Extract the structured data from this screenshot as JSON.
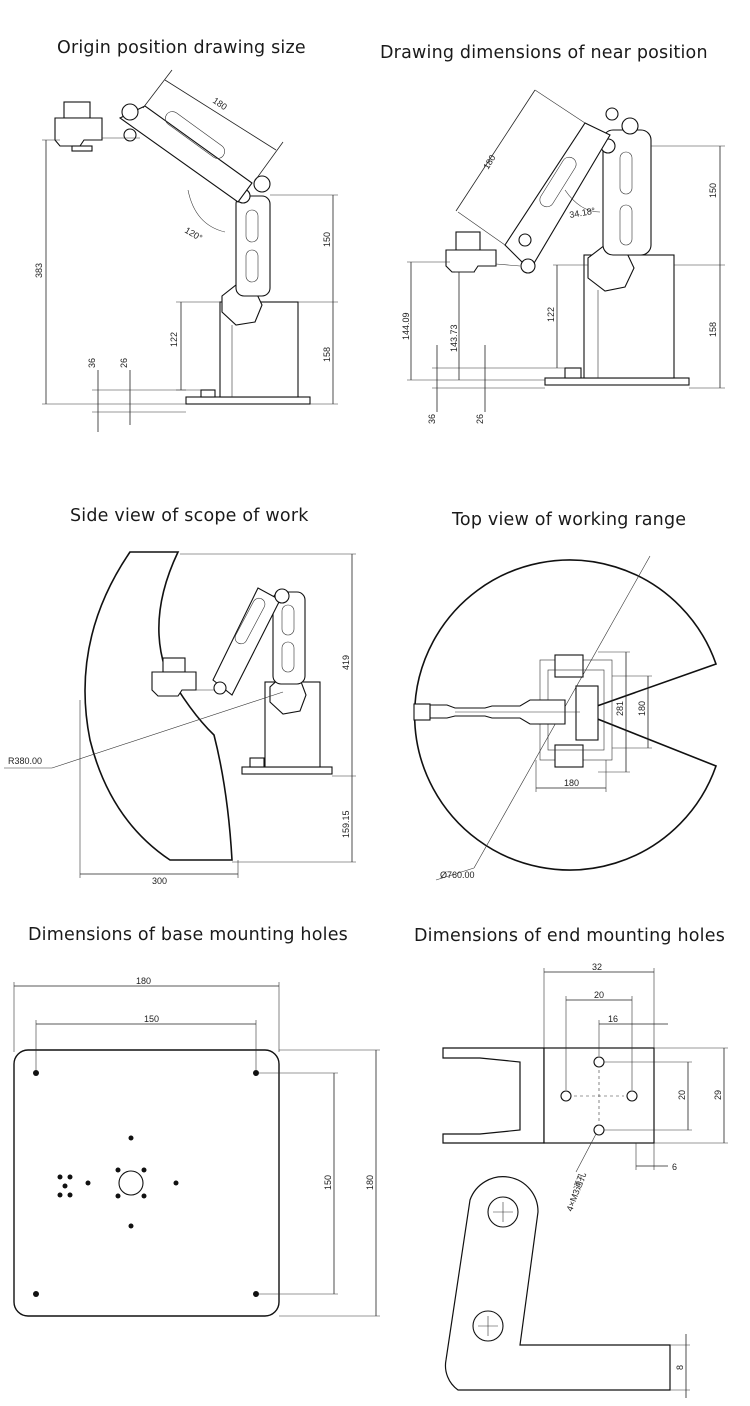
{
  "panels": {
    "origin": {
      "title": "Origin position drawing size",
      "dims": {
        "arm": "180",
        "angle": "120°",
        "total": "383",
        "upper": "150",
        "mid": "122",
        "base": "158",
        "a": "36",
        "b": "26"
      }
    },
    "near": {
      "title": "Drawing dimensions of near position",
      "dims": {
        "arm": "180",
        "angle": "34.18°",
        "upper": "150",
        "h1": "144.09",
        "h2": "143.73",
        "mid": "122",
        "base": "158",
        "a": "36",
        "b": "26"
      }
    },
    "side": {
      "title": "Side view of scope of work",
      "dims": {
        "radius": "R380.00",
        "height": "419",
        "lower": "159.15",
        "width": "300"
      }
    },
    "top": {
      "title": "Top view of working range",
      "dims": {
        "diameter": "Ø760.00",
        "w": "180",
        "h1": "281",
        "h2": "180"
      }
    },
    "base_holes": {
      "title": "Dimensions of base mounting holes",
      "dims": {
        "outer_w": "180",
        "inner_w": "150",
        "inner_h": "150",
        "outer_h": "180"
      }
    },
    "end_holes": {
      "title": "Dimensions of end mounting holes",
      "dims": {
        "d32": "32",
        "d20": "20",
        "d16": "16",
        "v20": "20",
        "v29": "29",
        "d6": "6",
        "note": "4×M3通孔",
        "d8": "8"
      }
    }
  }
}
